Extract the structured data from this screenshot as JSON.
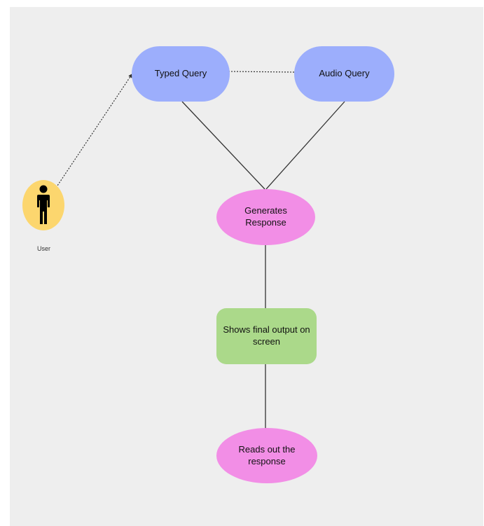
{
  "colors": {
    "canvas_background": "#eeeeee",
    "query_nodes": "#9caefc",
    "response_nodes": "#f28ee6",
    "output_node": "#abd98a",
    "user_node": "#fcd66e",
    "edge": "#333333"
  },
  "actor": {
    "label": "User",
    "icon": "person-icon"
  },
  "nodes": {
    "typed_query": "Typed Query",
    "audio_query": "Audio Query",
    "generates_response": "Generates Response",
    "final_output": "Shows final output on screen",
    "reads_out": "Reads out the response"
  },
  "edges": [
    {
      "from": "user",
      "to": "typed_query",
      "style": "dotted",
      "arrow": true
    },
    {
      "from": "typed_query",
      "to": "audio_query",
      "style": "dotted",
      "arrow": false
    },
    {
      "from": "typed_query",
      "to": "generates_response",
      "style": "solid",
      "arrow": false
    },
    {
      "from": "audio_query",
      "to": "generates_response",
      "style": "solid",
      "arrow": false
    },
    {
      "from": "generates_response",
      "to": "final_output",
      "style": "solid",
      "arrow": false
    },
    {
      "from": "final_output",
      "to": "reads_out",
      "style": "solid",
      "arrow": false
    }
  ]
}
